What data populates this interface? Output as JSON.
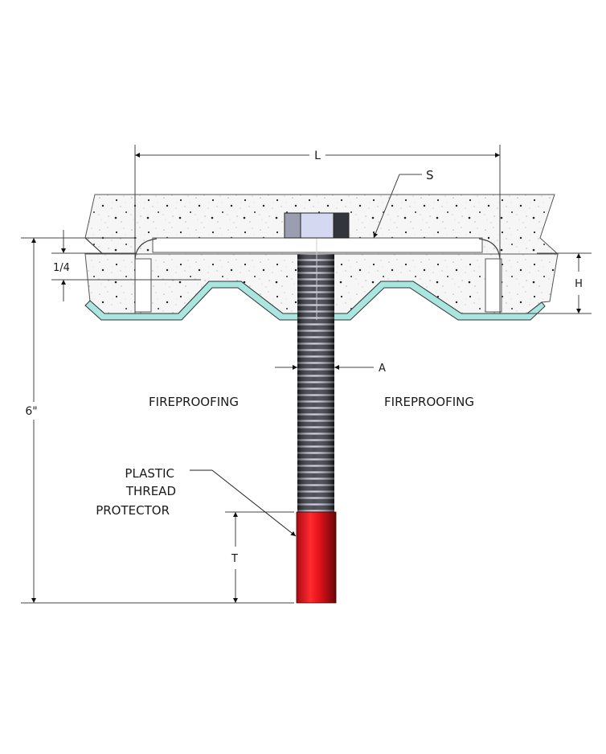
{
  "diagram": {
    "title": "Threaded stud through fireproofed composite deck",
    "labels": {
      "length": "L",
      "stud_spacing": "S",
      "quarter": "1/4",
      "height": "H",
      "diameter": "A",
      "total_length": "6\"",
      "protector_length": "T",
      "fireproofing_left": "FIREPROOFING",
      "fireproofing_right": "FIREPROOFING",
      "protector_line1": "PLASTIC",
      "protector_line2": "THREAD",
      "protector_line3": "PROTECTOR"
    },
    "colors": {
      "concrete_fill": "#f4f4f4",
      "deck_fill": "#a8e6df",
      "protector": "#e8141c",
      "nut_left": "#9a9eb0",
      "nut_center": "#d4d8f0",
      "nut_right": "#33353d",
      "thread_dark": "#2e3038",
      "thread_light": "#b8bccc",
      "line": "#444444"
    }
  }
}
